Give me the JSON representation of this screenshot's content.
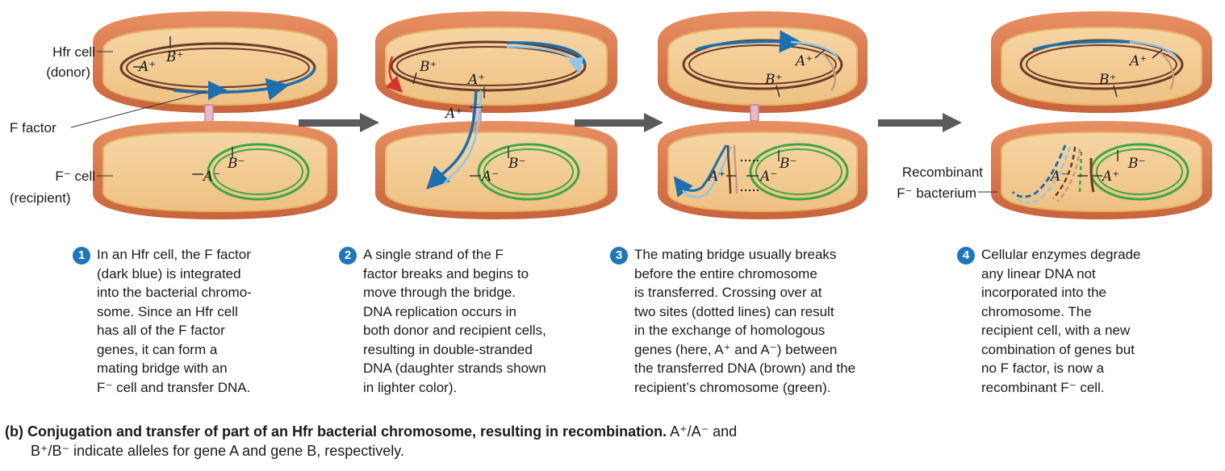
{
  "labels": {
    "hfr_cell": "Hfr cell",
    "donor": "(donor)",
    "f_factor": "F factor",
    "f_minus_cell": "F⁻ cell",
    "recipient": "(recipient)",
    "recombinant": "Recombinant",
    "f_minus_bacterium": "F⁻ bacterium"
  },
  "alleles": {
    "a_plus": "A⁺",
    "a_minus": "A⁻",
    "b_plus": "B⁺",
    "b_minus": "B⁻"
  },
  "steps": [
    {
      "number": "1",
      "text": "In an Hfr cell, the F factor\n(dark blue) is integrated\ninto the bacterial chromo-\nsome. Since an Hfr cell\nhas all of the F factor\ngenes, it can form a\nmating bridge with an\nF⁻ cell and transfer DNA."
    },
    {
      "number": "2",
      "text": "A single strand of the F\nfactor breaks and begins to\nmove through the bridge.\nDNA replication occurs in\nboth donor and recipient cells,\nresulting in double-stranded\nDNA (daughter strands shown\nin lighter color)."
    },
    {
      "number": "3",
      "text": "The mating bridge usually breaks\nbefore the entire chromosome\nis transferred. Crossing over at\ntwo sites (dotted lines) can result\nin the exchange of homologous\ngenes (here, A⁺ and A⁻) between\nthe transferred DNA (brown) and the\nrecipient’s chromosome (green)."
    },
    {
      "number": "4",
      "text": "Cellular enzymes degrade\nany linear DNA not\nincorporated into the\nchromosome. The\nrecipient cell, with a new\ncombination of genes but\nno F factor, is now a\nrecombinant F⁻ cell."
    }
  ],
  "caption": {
    "bold": "(b) Conjugation and transfer of part of an Hfr bacterial chromosome, resulting in recombination.",
    "rest_line1": " A⁺/A⁻ and",
    "line2": "B⁺/B⁻ indicate alleles for gene A and gene B, respectively."
  },
  "colors": {
    "cell_outer": "#d9774a",
    "cell_inner": "#f2c98f",
    "f_factor": "#1d6fb0",
    "f_factor_light": "#8ec6ea",
    "donor_chromosome": "#6b3b2a",
    "donor_chromosome_light": "#c99a82",
    "recipient_chromosome": "#3aa845",
    "arrow": "#5b5b5b",
    "rotation_arrow": "#d9342b",
    "step_badge": "#1f76b8"
  }
}
